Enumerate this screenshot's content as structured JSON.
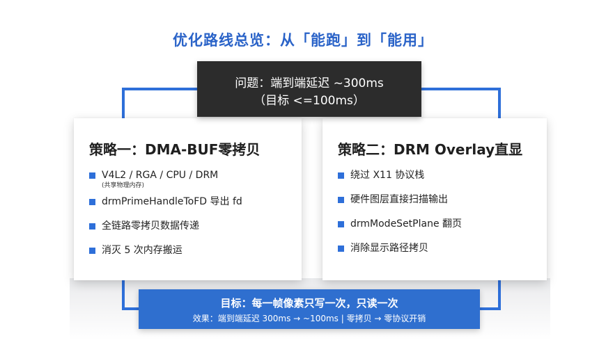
{
  "title": "优化路线总览：从「能跑」到「能用」",
  "problem": {
    "line1": "问题：端到端延迟 ~300ms",
    "line2": "（目标 <=100ms）"
  },
  "strategy1": {
    "title": "策略一：DMA-BUF零拷贝",
    "items": [
      {
        "text": "V4L2 / RGA / CPU / DRM",
        "sub": "(共享物理内存)"
      },
      {
        "text": "drmPrimeHandleToFD 导出 fd"
      },
      {
        "text": "全链路零拷贝数据传递"
      },
      {
        "text": "消灭 5 次内存搬运"
      }
    ]
  },
  "strategy2": {
    "title": "策略二：DRM Overlay直显",
    "items": [
      {
        "text": "绕过 X11 协议栈"
      },
      {
        "text": "硬件图层直接扫描输出"
      },
      {
        "text": "drmModeSetPlane 翻页"
      },
      {
        "text": "消除显示路径拷贝"
      }
    ]
  },
  "goal": {
    "line1": "目标：每一帧像素只写一次，只读一次",
    "line2": "效果：端到端延迟 300ms → ~100ms | 零拷贝 → 零协议开销"
  },
  "colors": {
    "accent": "#2f6fcf",
    "title": "#2a63c8",
    "problem_bg": "#2c2c2c",
    "connector": "#2e6fd9"
  }
}
